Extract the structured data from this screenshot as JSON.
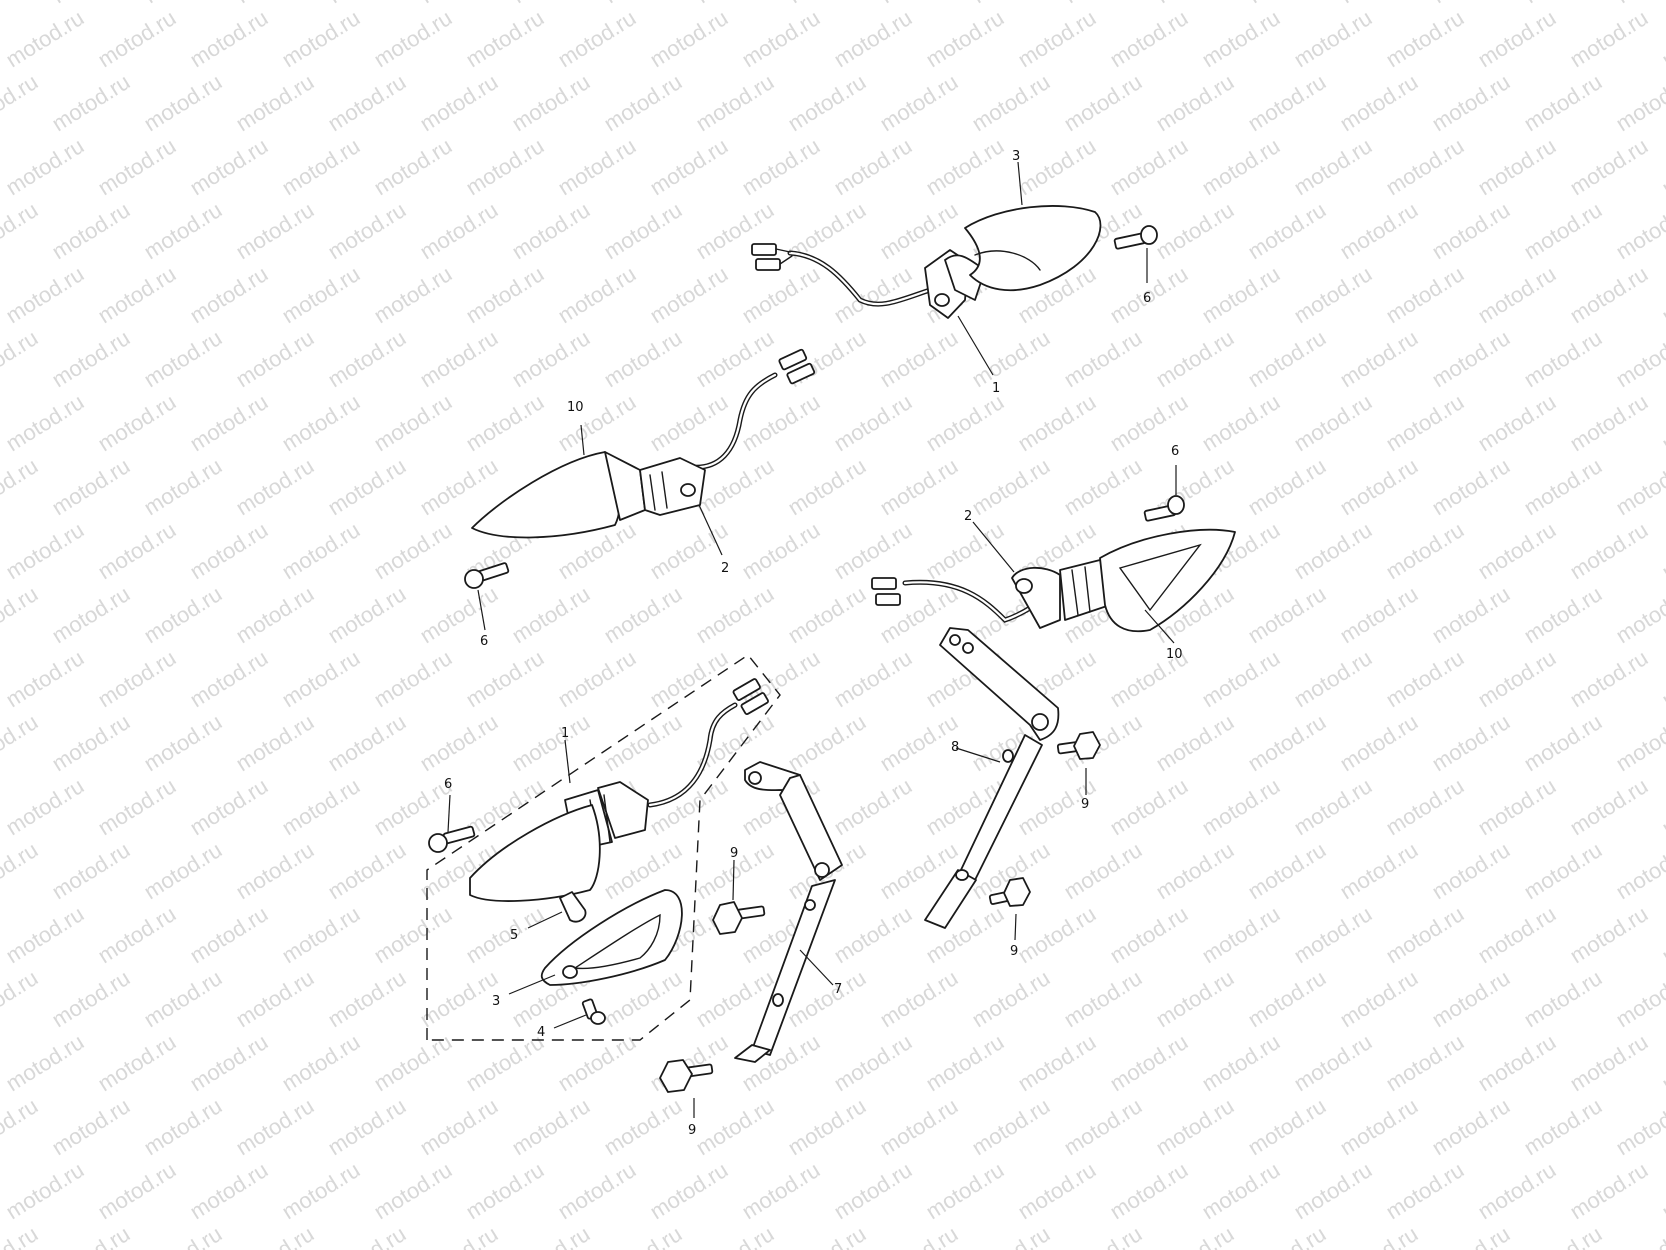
{
  "watermark": "motod.ru",
  "callouts": [
    {
      "id": "c-3-top",
      "label": "3"
    },
    {
      "id": "c-6-top",
      "label": "6"
    },
    {
      "id": "c-1-top",
      "label": "1"
    },
    {
      "id": "c-10-left",
      "label": "10"
    },
    {
      "id": "c-2-left",
      "label": "2"
    },
    {
      "id": "c-6-left",
      "label": "6"
    },
    {
      "id": "c-6-right",
      "label": "6"
    },
    {
      "id": "c-2-right",
      "label": "2"
    },
    {
      "id": "c-10-right",
      "label": "10"
    },
    {
      "id": "c-1-kit",
      "label": "1"
    },
    {
      "id": "c-6-kit",
      "label": "6"
    },
    {
      "id": "c-5",
      "label": "5"
    },
    {
      "id": "c-3-kit",
      "label": "3"
    },
    {
      "id": "c-4",
      "label": "4"
    },
    {
      "id": "c-9-a",
      "label": "9"
    },
    {
      "id": "c-7",
      "label": "7"
    },
    {
      "id": "c-9-b",
      "label": "9"
    },
    {
      "id": "c-8",
      "label": "8"
    },
    {
      "id": "c-9-c",
      "label": "9"
    },
    {
      "id": "c-9-d",
      "label": "9"
    }
  ]
}
